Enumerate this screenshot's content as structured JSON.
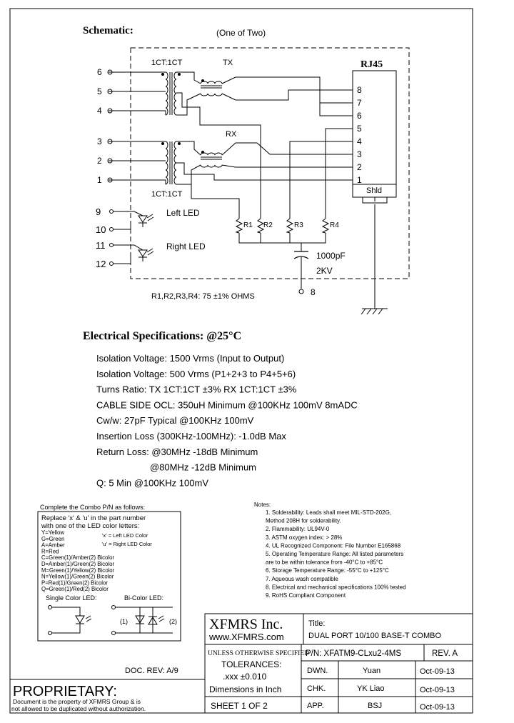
{
  "schematic": {
    "title": "Schematic:",
    "subtitle": "(One of Two)",
    "xfmr_top_label": "1CT:1CT",
    "xfmr_bottom_label": "1CT:1CT",
    "tx_label": "TX",
    "rx_label": "RX",
    "rj45_label": "RJ45",
    "shield_label": "Shld",
    "left_pins": [
      "6",
      "5",
      "4",
      "3",
      "2",
      "1"
    ],
    "rj45_pins": [
      "8",
      "7",
      "6",
      "5",
      "4",
      "3",
      "2",
      "1"
    ],
    "led_pins": [
      "9",
      "10",
      "11",
      "12"
    ],
    "left_led": "Left LED",
    "right_led": "Right LED",
    "resistors": [
      "R1",
      "R2",
      "R3",
      "R4"
    ],
    "cap_value": "1000pF",
    "cap_voltage": "2KV",
    "ground_pin": "8",
    "resistor_note": "R1,R2,R3,R4: 75 ±1% OHMS"
  },
  "electrical": {
    "title": "Electrical   Specifications: @25°C",
    "lines": [
      "Isolation Voltage:   1500 Vrms (Input to Output)",
      "Isolation Voltage:   500 Vrms (P1+2+3 to P4+5+6)",
      "Turns Ratio: TX 1CT:1CT ±3% RX 1CT:1CT ±3%",
      "CABLE SIDE OCL: 350uH Minimum @100KHz 100mV 8mADC",
      "Cw/w: 27pF Typical @100KHz 100mV",
      "Insertion Loss (300KHz-100MHz): -1.0dB Max",
      "Return Loss: @30MHz   -18dB Minimum",
      "@80MHz   -12dB Minimum",
      "Q: 5 Min @100KHz 100mV"
    ]
  },
  "combo": {
    "title": "Complete the Combo P/N as follows:",
    "lines": [
      "Replace 'x' & 'u' in the part number",
      "with one of the LED color letters:",
      "Y=Yellow",
      "G=Green",
      "A=Amber",
      "R=Red",
      "C=Green(1)/Amber(2) Bicolor",
      "D=Amber(1)/Green(2) Bicolor",
      "M=Green(1)/Yellow(2) Bicolor",
      "N=Yellow(1)/Green(2) Bicolor",
      "P=Red(1)/Green(2) Bicolor",
      "Q=Green(1)/Red(2) Bicolor"
    ],
    "x_note": "'x' = Left LED Color",
    "u_note": "'u' = Right LED Color",
    "single_led": "Single Color LED:",
    "bi_led": "Bi-Color LED:",
    "bi_1": "(1)",
    "bi_2": "(2)"
  },
  "notes": {
    "title": "Notes:",
    "items": [
      "1. Solderability: Leads shall meet MIL-STD-202G,",
      "    Method 208H for solderability.",
      "2. Flammability: UL94V-0",
      "3. ASTM oxygen index: > 28%",
      "4. UL Recognized Component: File Number E165868",
      "5. Operating Temperature Range: All listed parameters",
      "    are to be within tolerance from -40°C to +85°C",
      "6. Storage Temperature Range: -55°C to +125°C",
      "7. Aqueous wash compatible",
      "8. Electrical and mechanical specifications 100% tested",
      "9. RoHS Compliant Component"
    ]
  },
  "title_block": {
    "company": "XFMRS Inc.",
    "website": "www.XFMRS.com",
    "title_label": "Title:",
    "title_value": "DUAL PORT 10/100 BASE-T COMBO",
    "unless": "UNLESS OTHERWISE SPECIFIED",
    "pn": "P/N: XFATM9-CLxu2-4MS",
    "rev": "REV. A",
    "tolerances": "TOLERANCES:",
    "tol_value": ".xxx ±0.010",
    "dimensions": "Dimensions in Inch",
    "dwn": "DWN.",
    "dwn_name": "Yuan",
    "dwn_date": "Oct-09-13",
    "chk": "CHK.",
    "chk_name": "YK Liao",
    "chk_date": "Oct-09-13",
    "app": "APP.",
    "app_name": "BSJ",
    "app_date": "Oct-09-13",
    "sheet": "SHEET  1  OF  2",
    "doc_rev": "DOC. REV: A/9",
    "proprietary": "PROPRIETARY:",
    "prop_line1": "Document is the property of XFMRS Group & is",
    "prop_line2": "not allowed to be duplicated without authorization."
  }
}
